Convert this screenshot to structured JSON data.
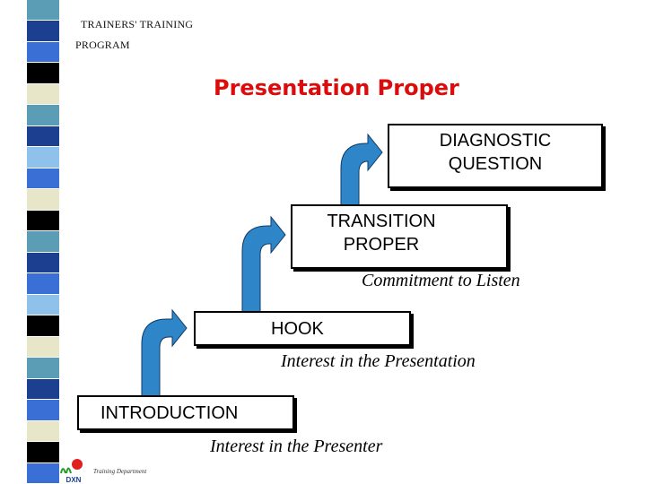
{
  "header": {
    "line1": "TRAINERS' TRAINING",
    "line2": "PROGRAM"
  },
  "title": "Presentation Proper",
  "steps": {
    "introduction": "INTRODUCTION",
    "hook": "HOOK",
    "transition_line1": "TRANSITION",
    "transition_line2": "PROPER",
    "diagnostic_line1": "DIAGNOSTIC",
    "diagnostic_line2": "QUESTION"
  },
  "captions": {
    "presenter": "Interest in the Presenter",
    "presentation": "Interest in the Presentation",
    "listen": "Commitment to Listen"
  },
  "footer": {
    "logo_text": "DXN",
    "department": "Training Department"
  },
  "colors": {
    "title": "#dd0c0c",
    "arrow": "#2e86c8",
    "sidebar": [
      "#5a9db5",
      "#1c3f8f",
      "#3a6fd6",
      "#000000",
      "#e7e6c9",
      "#5a9db5",
      "#1c3f8f",
      "#8fc2eb",
      "#3a6fd6",
      "#e7e6c9",
      "#000000",
      "#5a9db5",
      "#1c3f8f",
      "#3a6fd6",
      "#8fc2eb",
      "#000000",
      "#e7e6c9",
      "#5a9db5",
      "#1c3f8f",
      "#3a6fd6",
      "#e7e6c9",
      "#000000",
      "#3a6fd6"
    ]
  }
}
